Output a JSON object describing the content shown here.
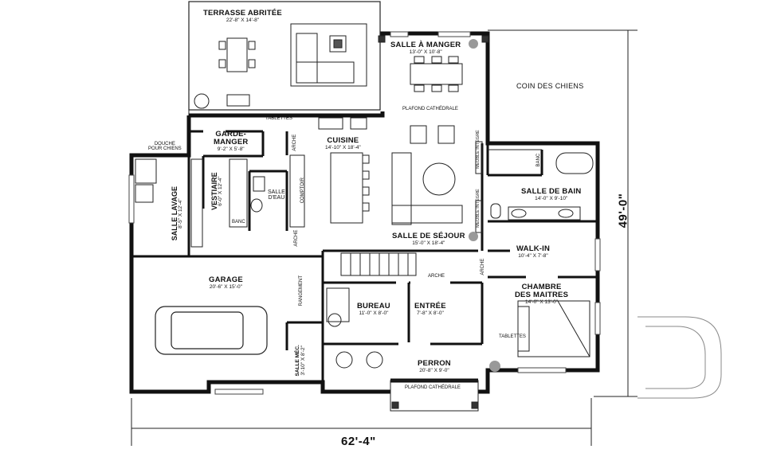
{
  "rooms": {
    "terrasse": {
      "name": "TERRASSE ABRITÉE",
      "dims": "22'-8\" X 14'-8\""
    },
    "salle_manger": {
      "name": "SALLE À MANGER",
      "dims": "13'-0\" X 10'-8\""
    },
    "coin_chiens": {
      "name": "COIN DES CHIENS"
    },
    "garde_manger": {
      "name1": "GARDE-",
      "name2": "MANGER",
      "dims": "9'-2\" X 5'-8\""
    },
    "cuisine": {
      "name": "CUISINE",
      "dims": "14'-10\" X 18'-4\""
    },
    "salle_lavage": {
      "name": "SALLE LAVAGE",
      "dims": "8'-5\" X 12'-4\""
    },
    "vestiaire": {
      "name": "VESTIAIRE",
      "dims": "6'-0\" X 12'-4\""
    },
    "salle_deau": {
      "name1": "SALLE",
      "name2": "D'EAU"
    },
    "salle_sejour": {
      "name": "SALLE DE SÉJOUR",
      "dims": "15'-0\" X 18'-4\""
    },
    "salle_bain": {
      "name": "SALLE DE BAIN",
      "dims": "14'-0\" X 9'-10\""
    },
    "walk_in": {
      "name": "WALK-IN",
      "dims": "10'-4\" X 7'-8\""
    },
    "garage": {
      "name": "GARAGE",
      "dims": "20'-6\" X 15'-0\""
    },
    "bureau": {
      "name": "BUREAU",
      "dims": "11'-0\" X 8'-0\""
    },
    "entree": {
      "name": "ENTRÉE",
      "dims": "7'-8\" X 8'-0\""
    },
    "chambre": {
      "name1": "CHAMBRE",
      "name2": "DES MAITRES",
      "dims": "14'-0\" X 13'-0\""
    },
    "perron": {
      "name": "PERRON",
      "dims": "20'-8\" X 9'-0\""
    },
    "salle_mec": {
      "name": "SALLE MÉC.",
      "dims": "3'-10\" X 8'-2\""
    }
  },
  "notes": {
    "tablettes_top": "TABLETTES",
    "douche1": "DOUCHE",
    "douche2": "POUR CHIENS",
    "plafond_top": "PLAFOND CATHÉDRALE",
    "plafond_bottom": "PLAFOND CATHÉDRALE",
    "arche_cuisine": "ARCHE",
    "arche_vest": "ARCHE",
    "arche_mid": "ARCHE",
    "arche_right": "ARCHE",
    "comptoir": "COMPTOIR",
    "banc_vest": "BANC",
    "banc_bain": "BANC",
    "meuble1": "MEUBLE INTÉGRÉ",
    "meuble2": "MEUBLE INTÉGRÉ",
    "rangement": "RANGEMENT",
    "tablettes_ch": "TABLETTES"
  },
  "dimensions": {
    "width": "62'-4\"",
    "depth": "49'-0\""
  }
}
